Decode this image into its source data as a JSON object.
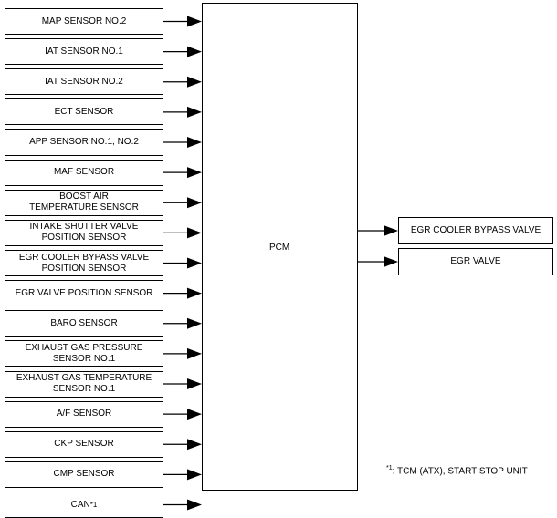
{
  "inputs": [
    {
      "label": "MAP SENSOR NO.2"
    },
    {
      "label": "IAT SENSOR NO.1"
    },
    {
      "label": "IAT SENSOR NO.2"
    },
    {
      "label": "ECT SENSOR"
    },
    {
      "label": "APP SENSOR NO.1, NO.2"
    },
    {
      "label": "MAF SENSOR"
    },
    {
      "label": "BOOST AIR\nTEMPERATURE SENSOR"
    },
    {
      "label": "INTAKE SHUTTER VALVE\nPOSITION SENSOR"
    },
    {
      "label": "EGR COOLER BYPASS VALVE\nPOSITION SENSOR"
    },
    {
      "label": "EGR VALVE POSITION SENSOR"
    },
    {
      "label": "BARO SENSOR"
    },
    {
      "label": "EXHAUST GAS PRESSURE\nSENSOR NO.1"
    },
    {
      "label": "EXHAUST GAS TEMPERATURE\nSENSOR NO.1"
    },
    {
      "label": "A/F SENSOR"
    },
    {
      "label": "CKP SENSOR"
    },
    {
      "label": "CMP SENSOR"
    },
    {
      "label": "CAN",
      "superscript": "*1"
    }
  ],
  "pcm": {
    "label": "PCM"
  },
  "outputs": [
    {
      "label": "EGR COOLER BYPASS VALVE"
    },
    {
      "label": "EGR VALVE"
    }
  ],
  "footnote": {
    "marker": "*1",
    "text": ": TCM (ATX), START STOP UNIT"
  }
}
